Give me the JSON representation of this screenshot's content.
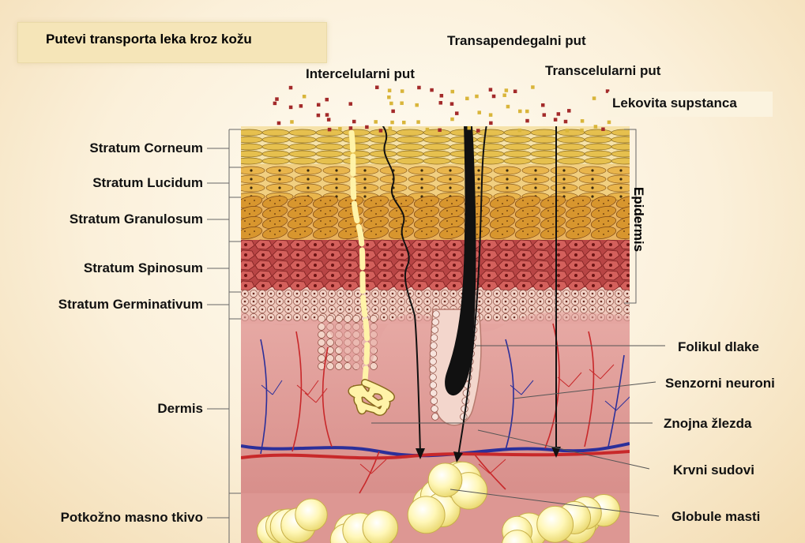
{
  "title": "Putevi transporta leka kroz kožu",
  "pathways": {
    "intercellular": "Intercelularni put",
    "transappendageal": "Transapendegalni put",
    "transcellular": "Transcelularni put"
  },
  "drug_label": "Lekovita supstanca",
  "layers": {
    "corneum": "Stratum Corneum",
    "lucidum": "Stratum Lucidum",
    "granulosum": "Stratum Granulosum",
    "spinosum": "Stratum Spinosum",
    "germinativum": "Stratum Germinativum",
    "dermis": "Dermis",
    "subcutis": "Potkožno masno tkivo"
  },
  "epidermis_label": "Epidermis",
  "structures": {
    "hair_follicle": "Folikul dlake",
    "sensory_neurons": "Senzorni neuroni",
    "sweat_gland": "Znojna žlezda",
    "blood_vessels": "Krvni sudovi",
    "fat_globules": "Globule masti"
  },
  "colors": {
    "corneum": "#e6c04e",
    "granulosum": "#d8962e",
    "spinosum": "#c34b4b",
    "germinativum": "#eab2a5",
    "dermis": "#dc9793",
    "fat": "#fff7a8",
    "artery": "#c8282a",
    "vein": "#2b2f9a",
    "gland": "#fff3a8",
    "hair": "#111111"
  }
}
